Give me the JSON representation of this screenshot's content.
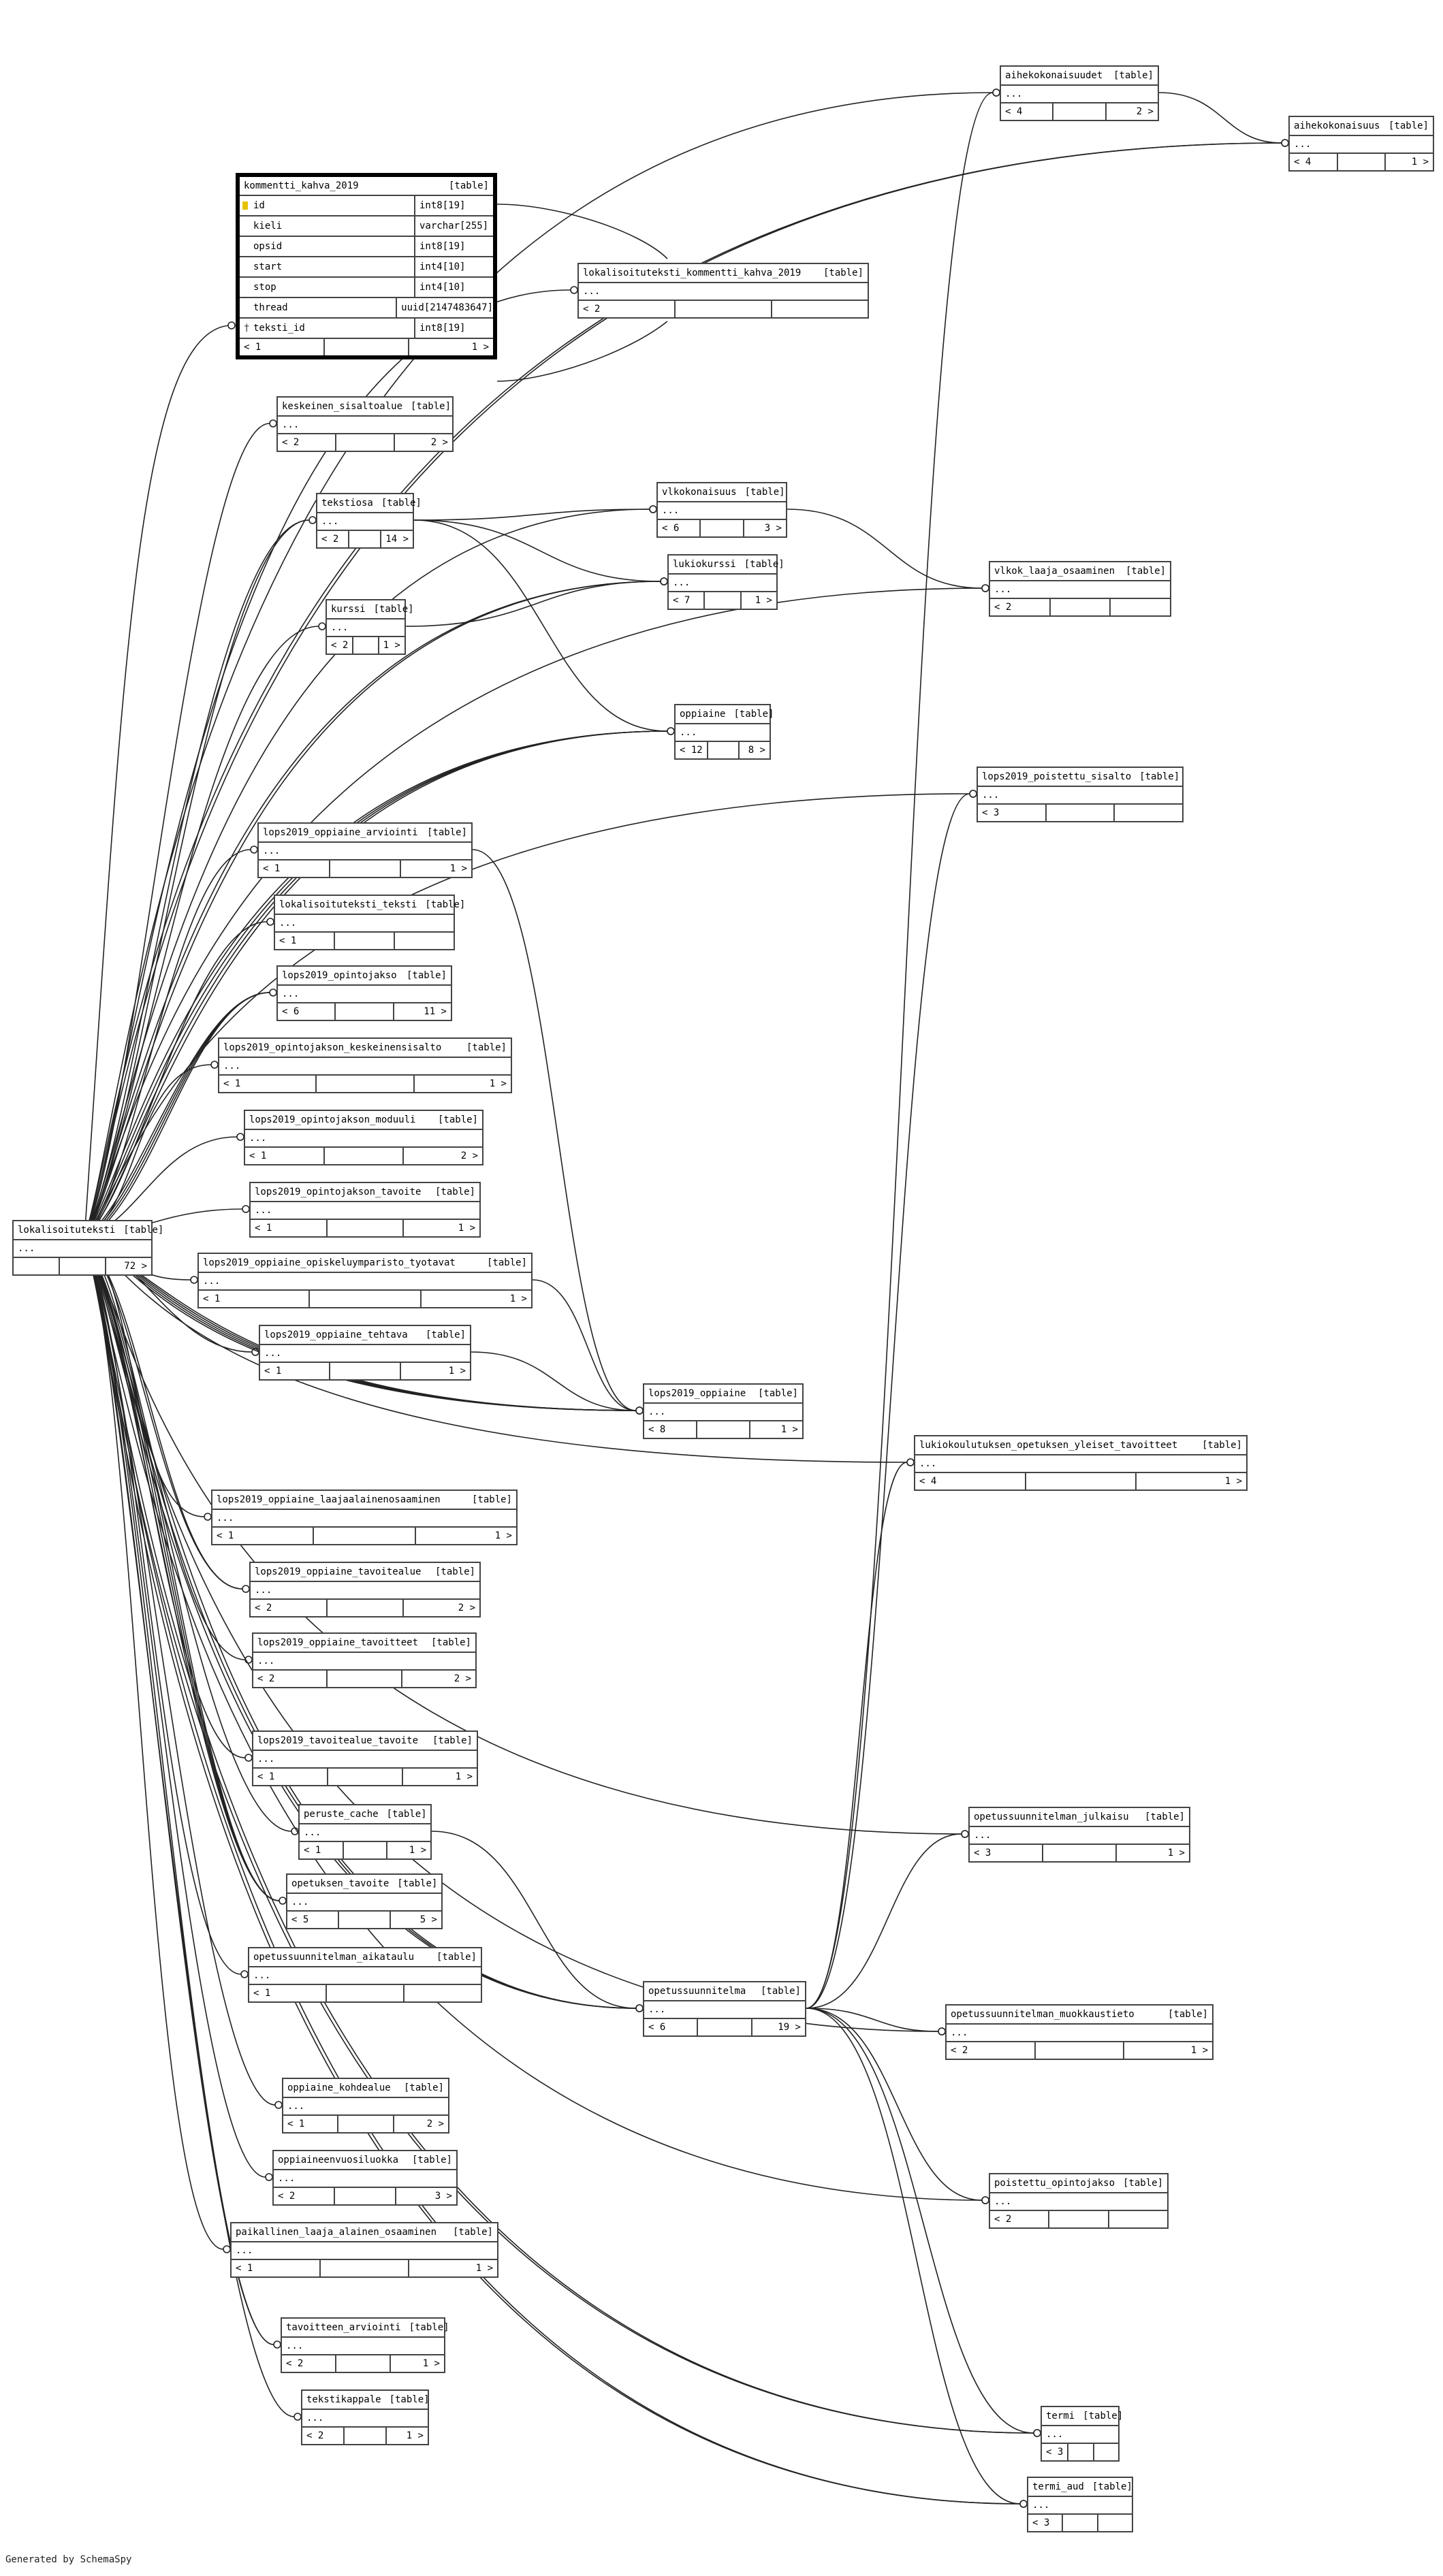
{
  "diagram": {
    "generated_by": "Generated by SchemaSpy",
    "focus_table": {
      "name": "kommentti_kahva_2019",
      "tag": "[table]",
      "columns": [
        {
          "name": "id",
          "type": "int8[19]",
          "icon": "primary-key-icon"
        },
        {
          "name": "kieli",
          "type": "varchar[255]"
        },
        {
          "name": "opsid",
          "type": "int8[19]"
        },
        {
          "name": "start",
          "type": "int4[10]"
        },
        {
          "name": "stop",
          "type": "int4[10]"
        },
        {
          "name": "thread",
          "type": "uuid[2147483647]"
        },
        {
          "name": "teksti_id",
          "type": "int8[19]",
          "icon": "foreign-key-icon"
        }
      ],
      "footer": [
        "< 1",
        "",
        "1 >"
      ]
    },
    "tables": [
      {
        "id": "lokalisoituteksti",
        "name": "lokalisoituteksti",
        "tag": "[table]",
        "body": "...",
        "footer": [
          "",
          "",
          "72 >"
        ]
      },
      {
        "id": "aihekokonaisuudet",
        "name": "aihekokonaisuudet",
        "tag": "[table]",
        "body": "...",
        "footer": [
          "< 4",
          "",
          "2 >"
        ]
      },
      {
        "id": "aihekokonaisuus",
        "name": "aihekokonaisuus",
        "tag": "[table]",
        "body": "...",
        "footer": [
          "< 4",
          "",
          "1 >"
        ]
      },
      {
        "id": "lokalisoituteksti_kommentti_kahva_2019",
        "name": "lokalisoituteksti_kommentti_kahva_2019",
        "tag": "[table]",
        "body": "...",
        "footer": [
          "< 2",
          "",
          ""
        ]
      },
      {
        "id": "keskeinen_sisaltoalue",
        "name": "keskeinen_sisaltoalue",
        "tag": "[table]",
        "body": "...",
        "footer": [
          "< 2",
          "",
          "2 >"
        ]
      },
      {
        "id": "tekstiosa",
        "name": "tekstiosa",
        "tag": "[table]",
        "body": "...",
        "footer": [
          "< 2",
          "",
          "14 >"
        ]
      },
      {
        "id": "vlkokonaisuus",
        "name": "vlkokonaisuus",
        "tag": "[table]",
        "body": "...",
        "footer": [
          "< 6",
          "",
          "3 >"
        ]
      },
      {
        "id": "lukiokurssi",
        "name": "lukiokurssi",
        "tag": "[table]",
        "body": "...",
        "footer": [
          "< 7",
          "",
          "1 >"
        ]
      },
      {
        "id": "vlkok_laaja_osaaminen",
        "name": "vlkok_laaja_osaaminen",
        "tag": "[table]",
        "body": "...",
        "footer": [
          "< 2",
          "",
          ""
        ]
      },
      {
        "id": "kurssi",
        "name": "kurssi",
        "tag": "[table]",
        "body": "...",
        "footer": [
          "< 2",
          "",
          "1 >"
        ]
      },
      {
        "id": "oppiaine",
        "name": "oppiaine",
        "tag": "[table]",
        "body": "...",
        "footer": [
          "< 12",
          "",
          "8 >"
        ]
      },
      {
        "id": "lops2019_poistettu_sisalto",
        "name": "lops2019_poistettu_sisalto",
        "tag": "[table]",
        "body": "...",
        "footer": [
          "< 3",
          "",
          ""
        ]
      },
      {
        "id": "lops2019_oppiaine_arviointi",
        "name": "lops2019_oppiaine_arviointi",
        "tag": "[table]",
        "body": "...",
        "footer": [
          "< 1",
          "",
          "1 >"
        ]
      },
      {
        "id": "lokalisoituteksti_teksti",
        "name": "lokalisoituteksti_teksti",
        "tag": "[table]",
        "body": "...",
        "footer": [
          "< 1",
          "",
          ""
        ]
      },
      {
        "id": "lops2019_opintojakso",
        "name": "lops2019_opintojakso",
        "tag": "[table]",
        "body": "...",
        "footer": [
          "< 6",
          "",
          "11 >"
        ]
      },
      {
        "id": "lops2019_opintojakson_keskeinensisalto",
        "name": "lops2019_opintojakson_keskeinensisalto",
        "tag": "[table]",
        "body": "...",
        "footer": [
          "< 1",
          "",
          "1 >"
        ]
      },
      {
        "id": "lops2019_opintojakson_moduuli",
        "name": "lops2019_opintojakson_moduuli",
        "tag": "[table]",
        "body": "...",
        "footer": [
          "< 1",
          "",
          "2 >"
        ]
      },
      {
        "id": "lops2019_opintojakson_tavoite",
        "name": "lops2019_opintojakson_tavoite",
        "tag": "[table]",
        "body": "...",
        "footer": [
          "< 1",
          "",
          "1 >"
        ]
      },
      {
        "id": "lops2019_oppiaine_opiskeluymparisto_tyotavat",
        "name": "lops2019_oppiaine_opiskeluymparisto_tyotavat",
        "tag": "[table]",
        "body": "...",
        "footer": [
          "< 1",
          "",
          "1 >"
        ]
      },
      {
        "id": "lops2019_oppiaine_tehtava",
        "name": "lops2019_oppiaine_tehtava",
        "tag": "[table]",
        "body": "...",
        "footer": [
          "< 1",
          "",
          "1 >"
        ]
      },
      {
        "id": "lops2019_oppiaine",
        "name": "lops2019_oppiaine",
        "tag": "[table]",
        "body": "...",
        "footer": [
          "< 8",
          "",
          "1 >"
        ]
      },
      {
        "id": "lukiokoulutuksen_opetuksen_yleiset_tavoitteet",
        "name": "lukiokoulutuksen_opetuksen_yleiset_tavoitteet",
        "tag": "[table]",
        "body": "...",
        "footer": [
          "< 4",
          "",
          "1 >"
        ]
      },
      {
        "id": "lops2019_oppiaine_laajaalainenosaaminen",
        "name": "lops2019_oppiaine_laajaalainenosaaminen",
        "tag": "[table]",
        "body": "...",
        "footer": [
          "< 1",
          "",
          "1 >"
        ]
      },
      {
        "id": "lops2019_oppiaine_tavoitealue",
        "name": "lops2019_oppiaine_tavoitealue",
        "tag": "[table]",
        "body": "...",
        "footer": [
          "< 2",
          "",
          "2 >"
        ]
      },
      {
        "id": "lops2019_oppiaine_tavoitteet",
        "name": "lops2019_oppiaine_tavoitteet",
        "tag": "[table]",
        "body": "...",
        "footer": [
          "< 2",
          "",
          "2 >"
        ]
      },
      {
        "id": "lops2019_tavoitealue_tavoite",
        "name": "lops2019_tavoitealue_tavoite",
        "tag": "[table]",
        "body": "...",
        "footer": [
          "< 1",
          "",
          "1 >"
        ]
      },
      {
        "id": "peruste_cache",
        "name": "peruste_cache",
        "tag": "[table]",
        "body": "...",
        "footer": [
          "< 1",
          "",
          "1 >"
        ]
      },
      {
        "id": "opetussuunnitelman_julkaisu",
        "name": "opetussuunnitelman_julkaisu",
        "tag": "[table]",
        "body": "...",
        "footer": [
          "< 3",
          "",
          "1 >"
        ]
      },
      {
        "id": "opetuksen_tavoite",
        "name": "opetuksen_tavoite",
        "tag": "[table]",
        "body": "...",
        "footer": [
          "< 5",
          "",
          "5 >"
        ]
      },
      {
        "id": "opetussuunnitelman_aikataulu",
        "name": "opetussuunnitelman_aikataulu",
        "tag": "[table]",
        "body": "...",
        "footer": [
          "< 1",
          "",
          ""
        ]
      },
      {
        "id": "opetussuunnitelma",
        "name": "opetussuunnitelma",
        "tag": "[table]",
        "body": "...",
        "footer": [
          "< 6",
          "",
          "19 >"
        ]
      },
      {
        "id": "opetussuunnitelman_muokkaustieto",
        "name": "opetussuunnitelman_muokkaustieto",
        "tag": "[table]",
        "body": "...",
        "footer": [
          "< 2",
          "",
          "1 >"
        ]
      },
      {
        "id": "oppiaine_kohdealue",
        "name": "oppiaine_kohdealue",
        "tag": "[table]",
        "body": "...",
        "footer": [
          "< 1",
          "",
          "2 >"
        ]
      },
      {
        "id": "oppiaineenvuosiluokka",
        "name": "oppiaineenvuosiluokka",
        "tag": "[table]",
        "body": "...",
        "footer": [
          "< 2",
          "",
          "3 >"
        ]
      },
      {
        "id": "poistettu_opintojakso",
        "name": "poistettu_opintojakso",
        "tag": "[table]",
        "body": "...",
        "footer": [
          "< 2",
          "",
          ""
        ]
      },
      {
        "id": "paikallinen_laaja_alainen_osaaminen",
        "name": "paikallinen_laaja_alainen_osaaminen",
        "tag": "[table]",
        "body": "...",
        "footer": [
          "< 1",
          "",
          "1 >"
        ]
      },
      {
        "id": "tavoitteen_arviointi",
        "name": "tavoitteen_arviointi",
        "tag": "[table]",
        "body": "...",
        "footer": [
          "< 2",
          "",
          "1 >"
        ]
      },
      {
        "id": "tekstikappale",
        "name": "tekstikappale",
        "tag": "[table]",
        "body": "...",
        "footer": [
          "< 2",
          "",
          "1 >"
        ]
      },
      {
        "id": "termi",
        "name": "termi",
        "tag": "[table]",
        "body": "...",
        "footer": [
          "< 3",
          "",
          ""
        ]
      },
      {
        "id": "termi_aud",
        "name": "termi_aud",
        "tag": "[table]",
        "body": "...",
        "footer": [
          "< 3",
          "",
          ""
        ]
      }
    ]
  }
}
